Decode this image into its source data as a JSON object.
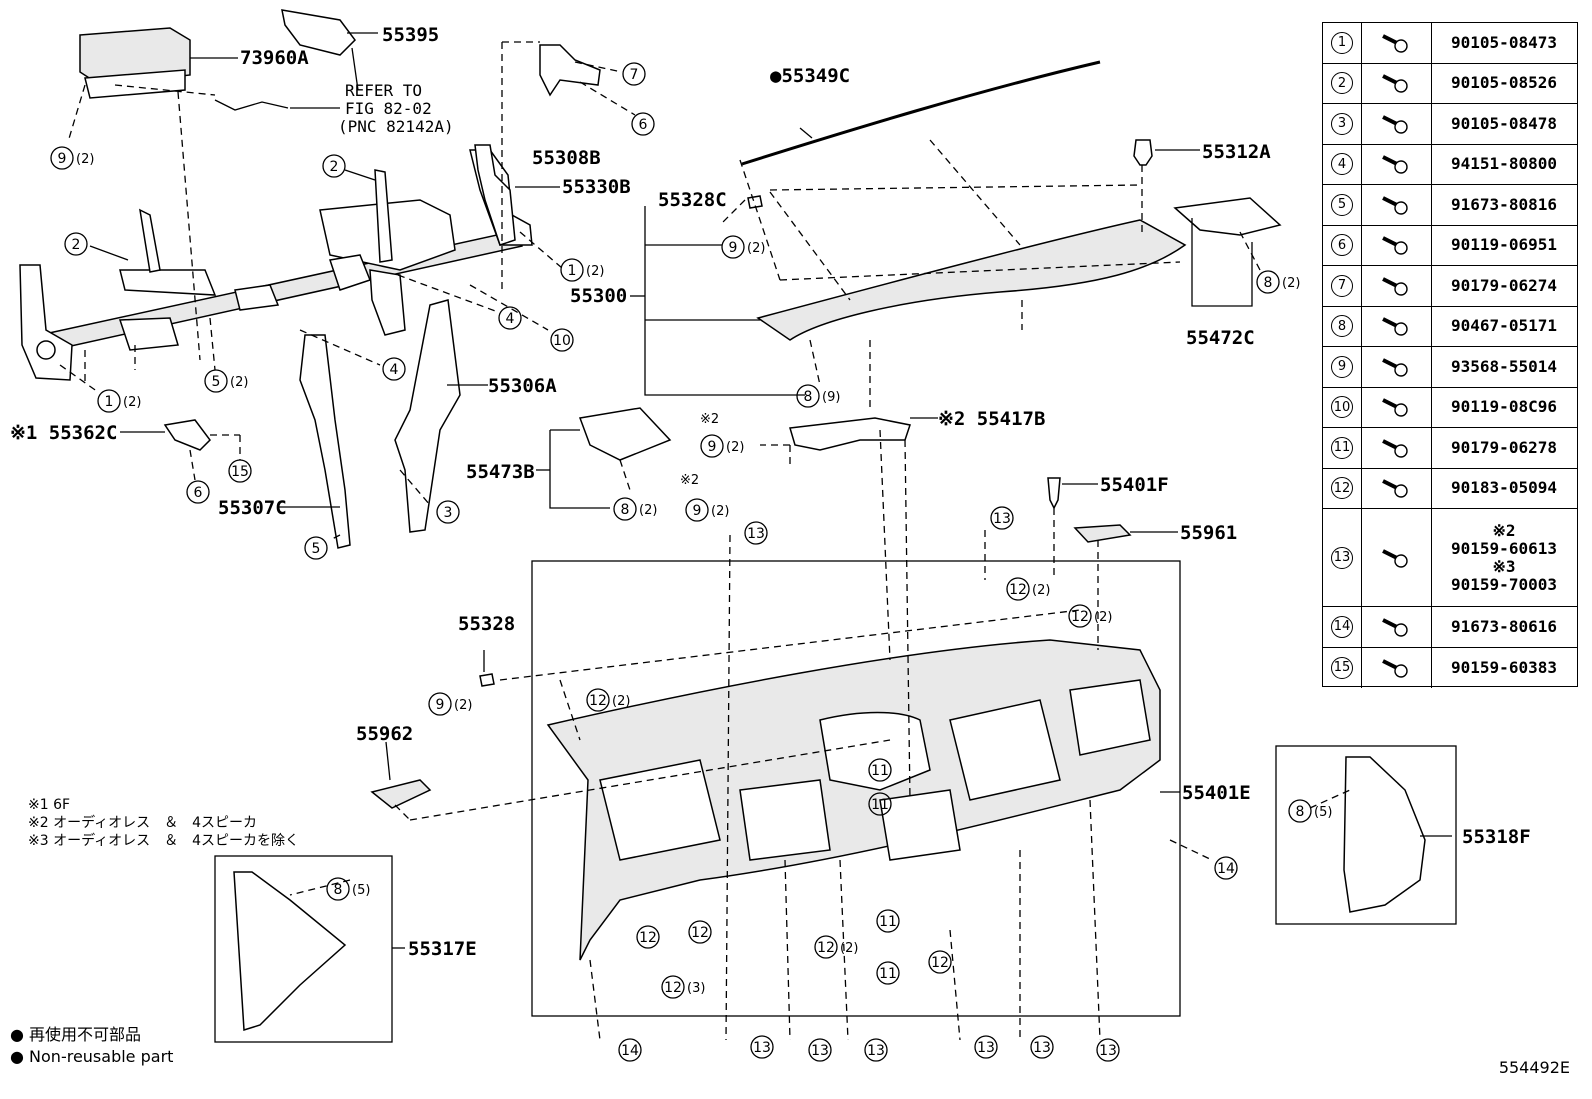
{
  "callouts": {
    "p73960A": "73960A",
    "p55395": "55395",
    "refer1": "REFER TO",
    "refer2": "FIG 82-02",
    "refer3": "(PNC 82142A)",
    "p55308B": "55308B",
    "p55330B": "55330B",
    "p55349C": "●55349C",
    "p55312A": "55312A",
    "p55328C": "55328C",
    "p55300": "55300",
    "p55472C": "55472C",
    "p55306A": "55306A",
    "p55362C": "※1 55362C",
    "p55307C": "55307C",
    "p55473B": "55473B",
    "p55417B": "※2 55417B",
    "p55401F": "55401F",
    "p55961": "55961",
    "p55328": "55328",
    "p55962": "55962",
    "p55401E": "55401E",
    "p55318F": "55318F",
    "p55317E": "55317E",
    "star2a": "※2",
    "star2b": "※2"
  },
  "markers": {
    "m1": "1",
    "m2": "2",
    "m3": "3",
    "m4": "4",
    "m5": "5",
    "m6": "6",
    "m7": "7",
    "m8": "8",
    "m9": "9",
    "m10": "10",
    "m11": "11",
    "m12": "12",
    "m13": "13",
    "m14": "14",
    "m15": "15",
    "q2": "(2)",
    "q3": "(3)",
    "q5": "(5)",
    "q9": "(9)"
  },
  "notes": {
    "n1": "※1 6F",
    "n2": "※2 オーディオレス　＆　4スピーカ",
    "n3": "※3 オーディオレス　＆　4スピーカを除く"
  },
  "footer": {
    "jp": "● 再使用不可部品",
    "en": "● Non-reusable part",
    "code": "554492E"
  },
  "parts_table": [
    {
      "no": "1",
      "parts": [
        "90105-08473"
      ]
    },
    {
      "no": "2",
      "parts": [
        "90105-08526"
      ]
    },
    {
      "no": "3",
      "parts": [
        "90105-08478"
      ]
    },
    {
      "no": "4",
      "parts": [
        "94151-80800"
      ]
    },
    {
      "no": "5",
      "parts": [
        "91673-80816"
      ]
    },
    {
      "no": "6",
      "parts": [
        "90119-06951"
      ]
    },
    {
      "no": "7",
      "parts": [
        "90179-06274"
      ]
    },
    {
      "no": "8",
      "parts": [
        "90467-05171"
      ]
    },
    {
      "no": "9",
      "parts": [
        "93568-55014"
      ]
    },
    {
      "no": "10",
      "parts": [
        "90119-08C96"
      ]
    },
    {
      "no": "11",
      "parts": [
        "90179-06278"
      ]
    },
    {
      "no": "12",
      "parts": [
        "90183-05094"
      ]
    },
    {
      "no": "13",
      "parts": [
        "※2",
        "90159-60613",
        "※3",
        "90159-70003"
      ]
    },
    {
      "no": "14",
      "parts": [
        "91673-80616"
      ]
    },
    {
      "no": "15",
      "parts": [
        "90159-60383"
      ]
    }
  ]
}
